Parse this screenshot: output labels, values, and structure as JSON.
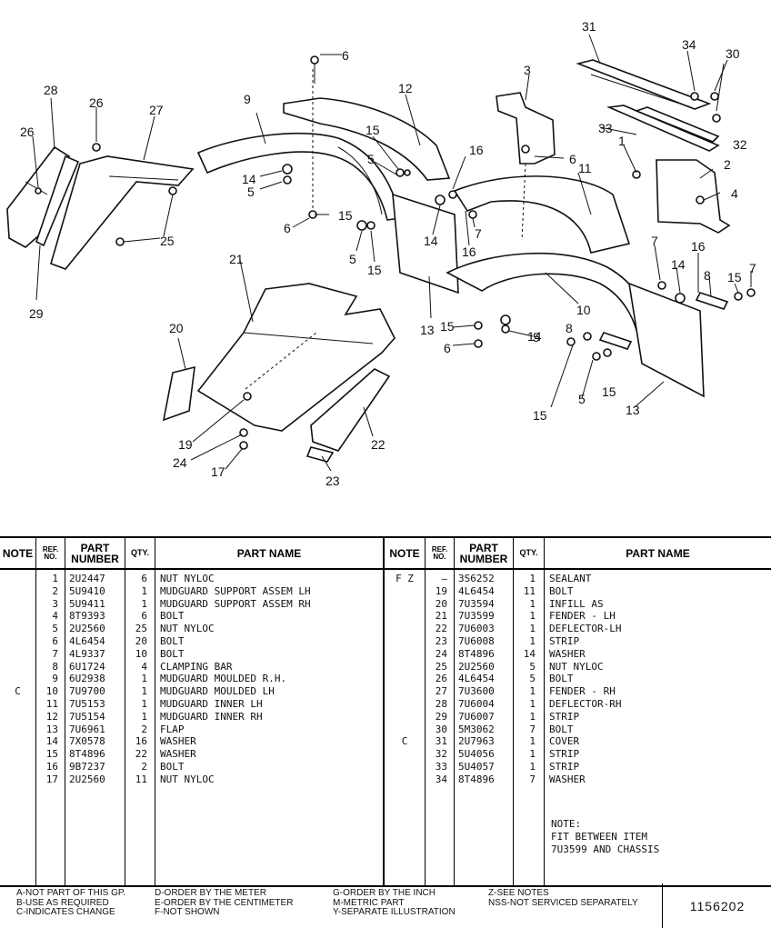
{
  "diagram": {
    "callouts": [
      "1",
      "2",
      "3",
      "4",
      "5",
      "5",
      "5",
      "5",
      "5",
      "6",
      "6",
      "6",
      "6",
      "7",
      "7",
      "7",
      "8",
      "8",
      "9",
      "10",
      "11",
      "12",
      "13",
      "13",
      "14",
      "14",
      "14",
      "14",
      "15",
      "15",
      "15",
      "15",
      "15",
      "15",
      "15",
      "16",
      "16",
      "16",
      "17",
      "19",
      "20",
      "21",
      "22",
      "23",
      "24",
      "25",
      "26",
      "26",
      "27",
      "28",
      "29",
      "30",
      "31",
      "32",
      "33",
      "34"
    ]
  },
  "table": {
    "headers": {
      "note": "NOTE",
      "ref_no": "REF. NO.",
      "part_number": "PART NUMBER",
      "qty": "QTY.",
      "part_name": "PART NAME"
    },
    "left_rows": [
      {
        "note": "",
        "ref": "1",
        "part": "2U2447",
        "qty": "6",
        "name": "NUT NYLOC"
      },
      {
        "note": "",
        "ref": "2",
        "part": "5U9410",
        "qty": "1",
        "name": "MUDGUARD SUPPORT ASSEM LH"
      },
      {
        "note": "",
        "ref": "3",
        "part": "5U9411",
        "qty": "1",
        "name": "MUDGUARD SUPPORT ASSEM RH"
      },
      {
        "note": "",
        "ref": "4",
        "part": "8T9393",
        "qty": "6",
        "name": "BOLT"
      },
      {
        "note": "",
        "ref": "5",
        "part": "2U2560",
        "qty": "25",
        "name": "NUT NYLOC"
      },
      {
        "note": "",
        "ref": "6",
        "part": "4L6454",
        "qty": "20",
        "name": "BOLT"
      },
      {
        "note": "",
        "ref": "7",
        "part": "4L9337",
        "qty": "10",
        "name": "BOLT"
      },
      {
        "note": "",
        "ref": "8",
        "part": "6U1724",
        "qty": "4",
        "name": "CLAMPING BAR"
      },
      {
        "note": "",
        "ref": "9",
        "part": "6U2938",
        "qty": "1",
        "name": "MUDGUARD MOULDED R.H."
      },
      {
        "note": "C",
        "ref": "10",
        "part": "7U9700",
        "qty": "1",
        "name": "MUDGUARD MOULDED LH"
      },
      {
        "note": "",
        "ref": "11",
        "part": "7U5153",
        "qty": "1",
        "name": "MUDGUARD INNER LH"
      },
      {
        "note": "",
        "ref": "12",
        "part": "7U5154",
        "qty": "1",
        "name": "MUDGUARD INNER RH"
      },
      {
        "note": "",
        "ref": "13",
        "part": "7U6961",
        "qty": "2",
        "name": "FLAP"
      },
      {
        "note": "",
        "ref": "14",
        "part": "7X0578",
        "qty": "16",
        "name": "WASHER"
      },
      {
        "note": "",
        "ref": "15",
        "part": "8T4896",
        "qty": "22",
        "name": "WASHER"
      },
      {
        "note": "",
        "ref": "16",
        "part": "9B7237",
        "qty": "2",
        "name": "BOLT"
      },
      {
        "note": "",
        "ref": "17",
        "part": "2U2560",
        "qty": "11",
        "name": "NUT NYLOC"
      }
    ],
    "right_rows": [
      {
        "note": "F Z",
        "ref": "—",
        "part": "3S6252",
        "qty": "1",
        "name": "SEALANT"
      },
      {
        "note": "",
        "ref": "19",
        "part": "4L6454",
        "qty": "11",
        "name": "BOLT"
      },
      {
        "note": "",
        "ref": "20",
        "part": "7U3594",
        "qty": "1",
        "name": "INFILL AS"
      },
      {
        "note": "",
        "ref": "21",
        "part": "7U3599",
        "qty": "1",
        "name": "FENDER - LH"
      },
      {
        "note": "",
        "ref": "22",
        "part": "7U6003",
        "qty": "1",
        "name": "DEFLECTOR-LH"
      },
      {
        "note": "",
        "ref": "23",
        "part": "7U6008",
        "qty": "1",
        "name": "STRIP"
      },
      {
        "note": "",
        "ref": "24",
        "part": "8T4896",
        "qty": "14",
        "name": "WASHER"
      },
      {
        "note": "",
        "ref": "25",
        "part": "2U2560",
        "qty": "5",
        "name": "NUT NYLOC"
      },
      {
        "note": "",
        "ref": "26",
        "part": "4L6454",
        "qty": "5",
        "name": "BOLT"
      },
      {
        "note": "",
        "ref": "27",
        "part": "7U3600",
        "qty": "1",
        "name": "FENDER - RH"
      },
      {
        "note": "",
        "ref": "28",
        "part": "7U6004",
        "qty": "1",
        "name": "DEFLECTOR-RH"
      },
      {
        "note": "",
        "ref": "29",
        "part": "7U6007",
        "qty": "1",
        "name": "STRIP"
      },
      {
        "note": "",
        "ref": "30",
        "part": "5M3062",
        "qty": "7",
        "name": "BOLT"
      },
      {
        "note": "C",
        "ref": "31",
        "part": "2U7963",
        "qty": "1",
        "name": "COVER"
      },
      {
        "note": "",
        "ref": "32",
        "part": "5U4056",
        "qty": "1",
        "name": "STRIP"
      },
      {
        "note": "",
        "ref": "33",
        "part": "5U4057",
        "qty": "1",
        "name": "STRIP"
      },
      {
        "note": "",
        "ref": "34",
        "part": "8T4896",
        "qty": "7",
        "name": "WASHER"
      }
    ],
    "note_block": {
      "title": "NOTE:",
      "line1": "FIT BETWEEN ITEM",
      "line2": "7U3599 AND CHASSIS"
    }
  },
  "legend": {
    "col1": [
      "A-NOT PART OF THIS GP.",
      "B-USE AS REQUIRED",
      "C-INDICATES CHANGE"
    ],
    "col2": [
      "D-ORDER BY THE METER",
      "E-ORDER BY THE CENTIMETER",
      "F-NOT SHOWN"
    ],
    "col3": [
      "G-ORDER BY THE INCH",
      "M-METRIC PART",
      "Y-SEPARATE ILLUSTRATION"
    ],
    "col4": [
      "Z-SEE NOTES",
      "NSS-NOT SERVICED SEPARATELY"
    ]
  },
  "doc_number": "1156202"
}
